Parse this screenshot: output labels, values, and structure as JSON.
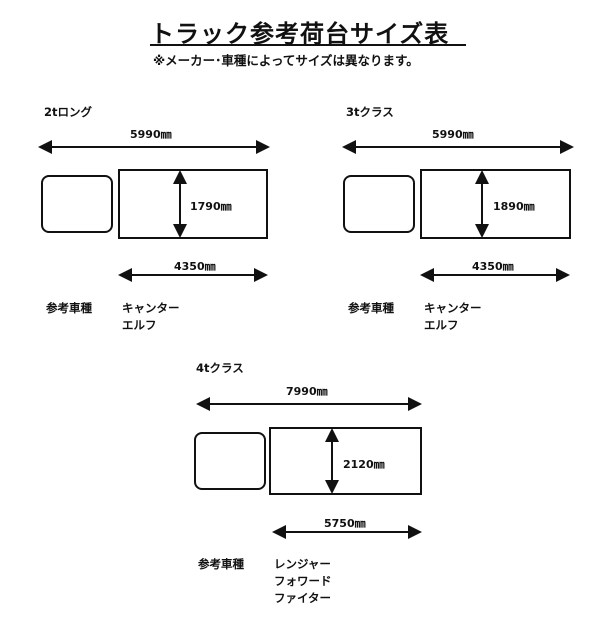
{
  "header": {
    "title": "トラック参考荷台サイズ表",
    "note": "※メーカー･車種によってサイズは異なります。"
  },
  "reference_label": "参考車種",
  "trucks": [
    {
      "class": "2tロング",
      "overall_length": "5990㎜",
      "bed_width": "1790㎜",
      "bed_length": "4350㎜",
      "models": [
        "キャンター",
        "エルフ"
      ]
    },
    {
      "class": "3tクラス",
      "overall_length": "5990㎜",
      "bed_width": "1890㎜",
      "bed_length": "4350㎜",
      "models": [
        "キャンター",
        "エルフ"
      ]
    },
    {
      "class": "4tクラス",
      "overall_length": "7990㎜",
      "bed_width": "2120㎜",
      "bed_length": "5750㎜",
      "models": [
        "レンジャー",
        "フォワード",
        "ファイター"
      ]
    }
  ]
}
